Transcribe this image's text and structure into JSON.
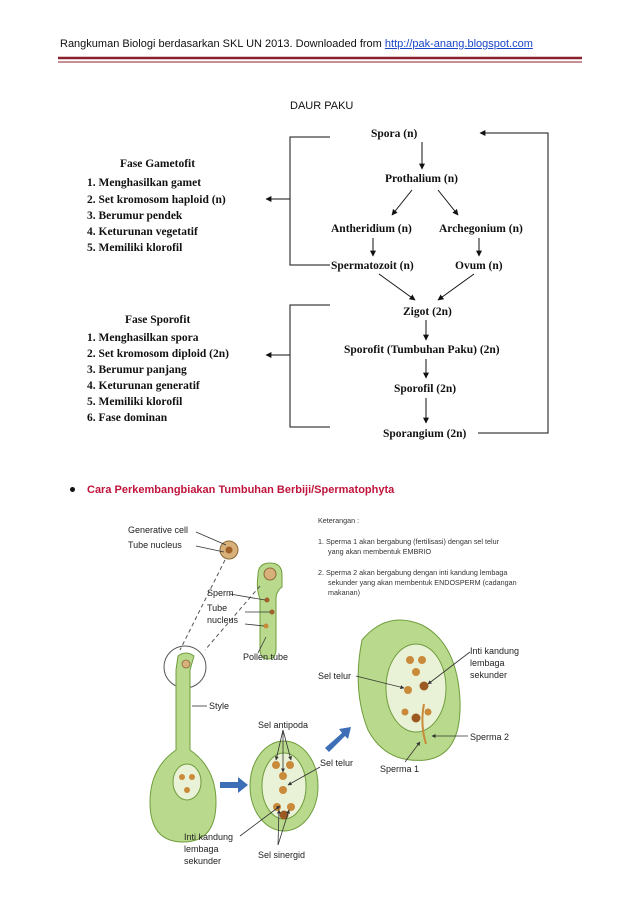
{
  "header": {
    "prefix": "Rangkuman Biologi berdasarkan SKL UN 2013. Downloaded from ",
    "link": "http://pak-anang.blogspot.com",
    "rule_color": "#8a1f2e"
  },
  "diagram_title": "DAUR PAKU",
  "gametofit": {
    "heading": "Fase Gametofit",
    "items": [
      "1. Menghasilkan gamet",
      "2. Set kromosom haploid (n)",
      "3. Berumur pendek",
      "4. Keturunan vegetatif",
      "5. Memiliki klorofil"
    ]
  },
  "sporofit": {
    "heading": "Fase Sporofit",
    "items": [
      "1. Menghasilkan spora",
      "2. Set kromosom diploid (2n)",
      "3. Berumur panjang",
      "4. Keturunan generatif",
      "5. Memiliki klorofil",
      "6. Fase dominan"
    ]
  },
  "cycle_nodes": {
    "spora": "Spora (n)",
    "prothalium": "Prothalium (n)",
    "antheridium": "Antheridium (n)",
    "archegonium": "Archegonium (n)",
    "spermatozoit": "Spermatozoit (n)",
    "ovum": "Ovum (n)",
    "zigot": "Zigot (2n)",
    "sporofit": "Sporofit (Tumbuhan Paku) (2n)",
    "sporofil": "Sporofil (2n)",
    "sporangium": "Sporangium (2n)"
  },
  "bullet": "Cara Perkembangbiakan Tumbuhan Berbiji/Spermatophyta",
  "figure": {
    "labels": {
      "generative_cell": "Generative cell",
      "tube_nucleus": "Tube nucleus",
      "sperm": "Sperm",
      "tube_nucleus2_a": "Tube",
      "tube_nucleus2_b": "nucleus",
      "pollen_tube": "Pollen tube",
      "style": "Style",
      "sel_antipoda": "Sel antipoda",
      "sel_telur_left": "Sel telur",
      "sel_telur_right": "Sel telur",
      "inti_kandung_left": [
        "Inti kandung",
        "lembaga",
        "sekunder"
      ],
      "sel_sinergid": "Sel sinergid",
      "inti_kandung_right": [
        "Inti kandung",
        "lembaga",
        "sekunder"
      ],
      "sperma_1": "Sperma 1",
      "sperma_2": "Sperma 2"
    },
    "keterangan": {
      "heading": "Keterangan :",
      "items": [
        [
          "1.  Sperma 1 akan bergabung (fertilisasi) dengan sel telur",
          "yang akan membentuk EMBRIO"
        ],
        [
          "2.  Sperma 2 akan bergabung dengan inti kandung lembaga",
          "sekunder yang akan membentuk ENDOSPERM (cadangan",
          "makanan)"
        ]
      ]
    },
    "colors": {
      "plant_green": "#b9d98c",
      "dark_green": "#6f9d3c",
      "nucleus": "#c98a3a",
      "arrow_blue": "#3d6fb6"
    }
  }
}
